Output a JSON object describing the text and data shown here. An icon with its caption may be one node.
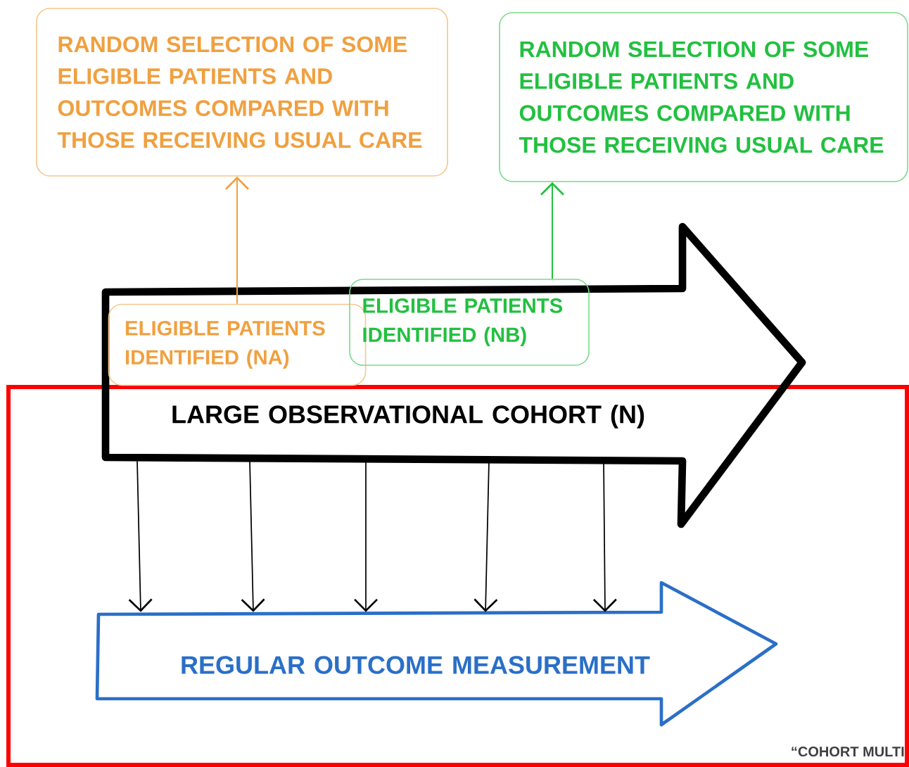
{
  "diagram": {
    "nodes": [
      {
        "text": [
          "RANDOM SELECTION OF SOME ELIGIBLE PATIENTS AND OUTCOMES COMPARED WITH THOSE RECEIVING USUAL CARE"
        ]
      },
      {
        "text": [
          "RANDOM SELECTION OF SOME ELIGIBLE PATIENTS AND OUTCOMES COMPARED WITH THOSE RECEIVING USUAL CARE"
        ]
      },
      {
        "text": [
          "LARGE OBSERVATIONAL COHORT (N)"
        ]
      },
      {
        "text": [
          "ELIGIBLE PATIENTS IDENTIFIED (NA)"
        ],
        "in": 2
      },
      {
        "text": [
          "ELIGIBLE PATIENTS IDENTIFIED (NB)"
        ],
        "in": 2
      },
      {
        "text": [
          "REGULAR OUTCOME MEASUREMENT"
        ]
      }
    ],
    "edges": [
      {
        "from": 3,
        "to": 0,
        "arrow": "to",
        "color": "#f0a040"
      },
      {
        "from": 4,
        "to": 1,
        "arrow": "to",
        "color": "#22c040"
      },
      {
        "from": 2,
        "to": 5,
        "arrow": "to"
      },
      {
        "from": 2,
        "to": 5,
        "arrow": "to"
      },
      {
        "from": 2,
        "to": 5,
        "arrow": "to"
      },
      {
        "from": 2,
        "to": 5,
        "arrow": "to"
      },
      {
        "from": 2,
        "to": 5,
        "arrow": "to"
      }
    ],
    "labels": [
      "“COHORT MULTI"
    ]
  }
}
